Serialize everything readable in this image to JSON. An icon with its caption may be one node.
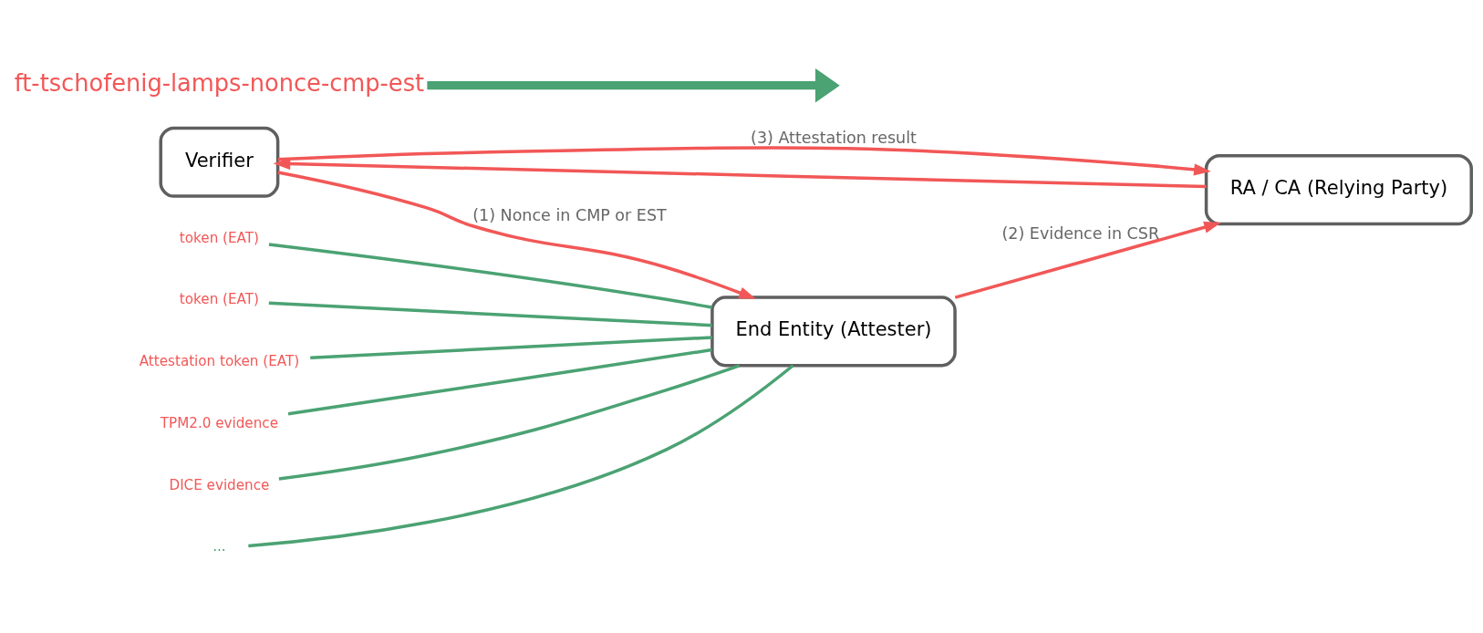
{
  "diagram": {
    "nodes": [
      {
        "text": [
          "Verifier"
        ]
      },
      {
        "text": [
          "End Entity (Attester)"
        ]
      },
      {
        "text": [
          "RA / CA (Relying Party)"
        ]
      },
      {
        "text": [
          "ft-tschofenig-lamps-nonce-cmp-est"
        ]
      },
      {
        "text": [
          "token (EAT)"
        ]
      },
      {
        "text": [
          "token (EAT)"
        ]
      },
      {
        "text": [
          "Attestation token (EAT)"
        ]
      },
      {
        "text": [
          "TPM2.0 evidence"
        ]
      },
      {
        "text": [
          "DICE evidence"
        ]
      },
      {
        "text": [
          "..."
        ]
      }
    ],
    "edges": [
      {
        "from": 0,
        "to": 1,
        "arrow": "to",
        "label": "(1) Nonce in CMP or EST",
        "color": "#f25757"
      },
      {
        "from": 1,
        "to": 2,
        "arrow": "to",
        "label": "(2) Evidence in CSR",
        "color": "#f25757"
      },
      {
        "from": 2,
        "to": 0,
        "arrow": "to",
        "color": "#f25757"
      },
      {
        "from": 0,
        "to": 2,
        "arrow": "to",
        "label": "(3) Attestation result",
        "color": "#f25757"
      },
      {
        "from": 3,
        "to": null,
        "arrow": "to",
        "style": "thick",
        "color": "#4ba273"
      },
      {
        "from": 4,
        "to": 1,
        "arrow": "none",
        "color": "#4ba273"
      },
      {
        "from": 5,
        "to": 1,
        "arrow": "none",
        "color": "#4ba273"
      },
      {
        "from": 6,
        "to": 1,
        "arrow": "none",
        "color": "#4ba273"
      },
      {
        "from": 7,
        "to": 1,
        "arrow": "none",
        "color": "#4ba273"
      },
      {
        "from": 8,
        "to": 1,
        "arrow": "none",
        "color": "#4ba273"
      },
      {
        "from": 9,
        "to": 1,
        "arrow": "none",
        "color": "#4ba273"
      }
    ]
  }
}
